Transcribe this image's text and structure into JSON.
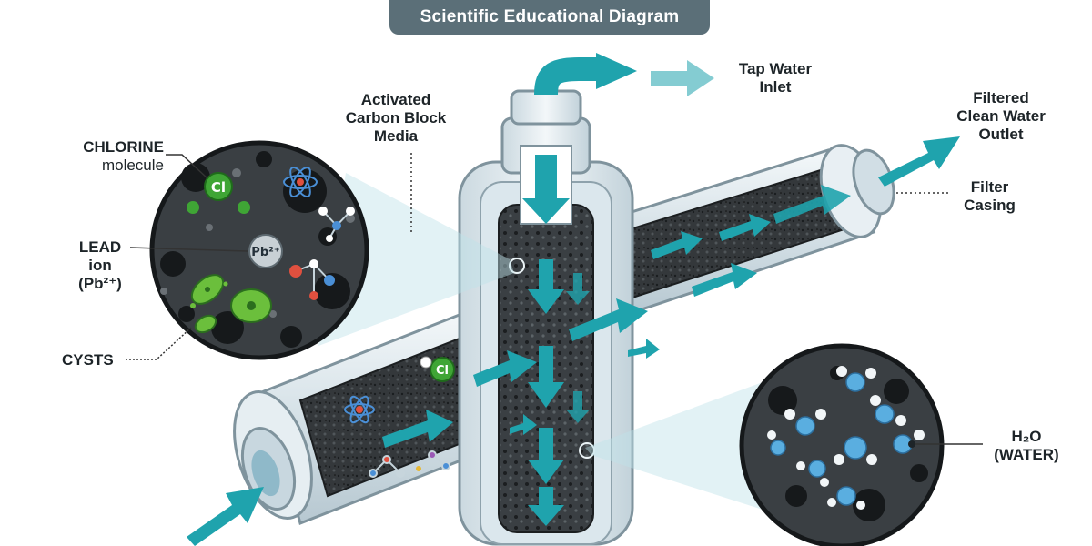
{
  "header": {
    "title": "Scientific Educational Diagram"
  },
  "labels": {
    "tap_inlet": [
      "Tap Water",
      "Inlet"
    ],
    "carbon_block": [
      "Activated",
      "Carbon Block",
      "Media"
    ],
    "outlet": [
      "Filtered",
      "Clean Water",
      "Outlet"
    ],
    "casing": [
      "Filter",
      "Casing"
    ],
    "chlorine": [
      "CHLORINE",
      "molecule"
    ],
    "lead": [
      "LEAD",
      "ion",
      "(Pb²⁺)"
    ],
    "cysts": "CYSTS",
    "water": [
      "H₂O",
      "(WATER)"
    ]
  },
  "molecules": {
    "chlorine_symbol": "Cl",
    "lead_symbol": "Pb²⁺"
  },
  "colors": {
    "flow_arrow": "#1fa3ad",
    "carbon": "#2f3336",
    "casing": "#dfe8ed",
    "cl_green": "#3fa535",
    "lead_gray": "#9aa4ab",
    "water_blue": "#5aaee0",
    "cyst_green": "#6bbf3c"
  }
}
